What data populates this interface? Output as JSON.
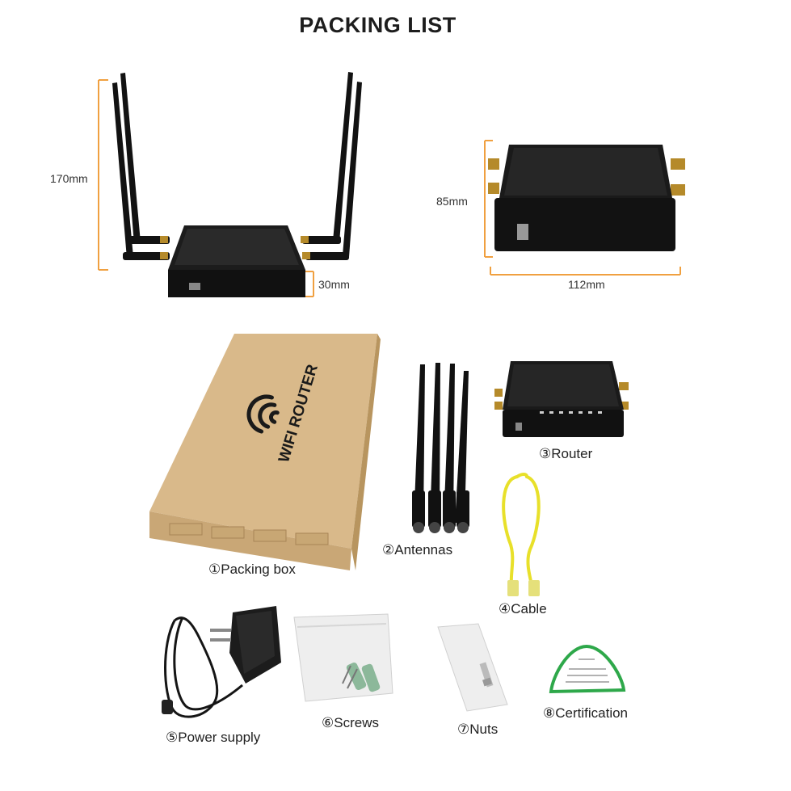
{
  "title": "PACKING LIST",
  "dimensions": {
    "height_with_antennas": "170mm",
    "height_body": "30mm",
    "depth": "85mm",
    "width": "112mm"
  },
  "box_print": "WIFI ROUTER",
  "items": [
    {
      "num": "①",
      "label": "Packing box"
    },
    {
      "num": "②",
      "label": "Antennas"
    },
    {
      "num": "③",
      "label": "Router"
    },
    {
      "num": "④",
      "label": "Cable"
    },
    {
      "num": "⑤",
      "label": "Power supply"
    },
    {
      "num": "⑥",
      "label": "Screws"
    },
    {
      "num": "⑦",
      "label": "Nuts"
    },
    {
      "num": "⑧",
      "label": "Certification"
    }
  ],
  "colors": {
    "dimension_line": "#f0a040",
    "cardboard": "#d9b98a",
    "router_black": "#141414",
    "cable_yellow": "#e8e02a",
    "cert_green": "#2ea84a"
  }
}
